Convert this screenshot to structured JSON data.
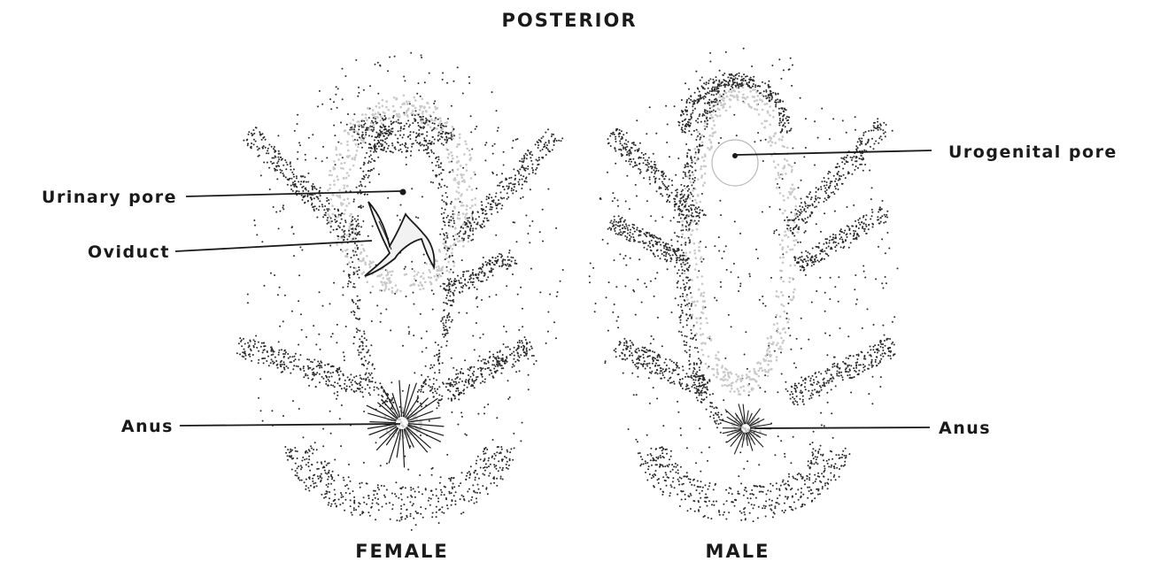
{
  "titles": {
    "top": "POSTERIOR",
    "female": "FEMALE",
    "male": "MALE"
  },
  "female_labels": {
    "urinary_pore": "Urinary pore",
    "oviduct": "Oviduct",
    "anus": "Anus"
  },
  "male_labels": {
    "urogenital_pore": "Urogenital pore",
    "anus": "Anus"
  },
  "colors": {
    "ink": "#1a1a1a",
    "stipple": "#2a2a2a",
    "tissue_light": "#c9c9c9"
  }
}
